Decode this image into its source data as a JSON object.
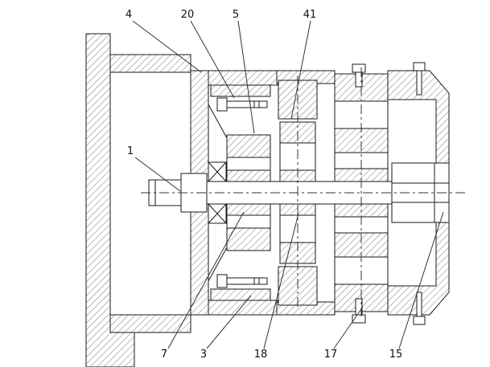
{
  "figure": {
    "kind": "engineering-section-drawing",
    "background": "#ffffff",
    "line_color": "#1a1a1a",
    "hatch_color": "#555555"
  },
  "labels": [
    {
      "text": "4"
    },
    {
      "text": "20"
    },
    {
      "text": "5"
    },
    {
      "text": "41"
    },
    {
      "text": "1"
    },
    {
      "text": "7"
    },
    {
      "text": "3"
    },
    {
      "text": "18"
    },
    {
      "text": "17"
    },
    {
      "text": "15"
    }
  ]
}
